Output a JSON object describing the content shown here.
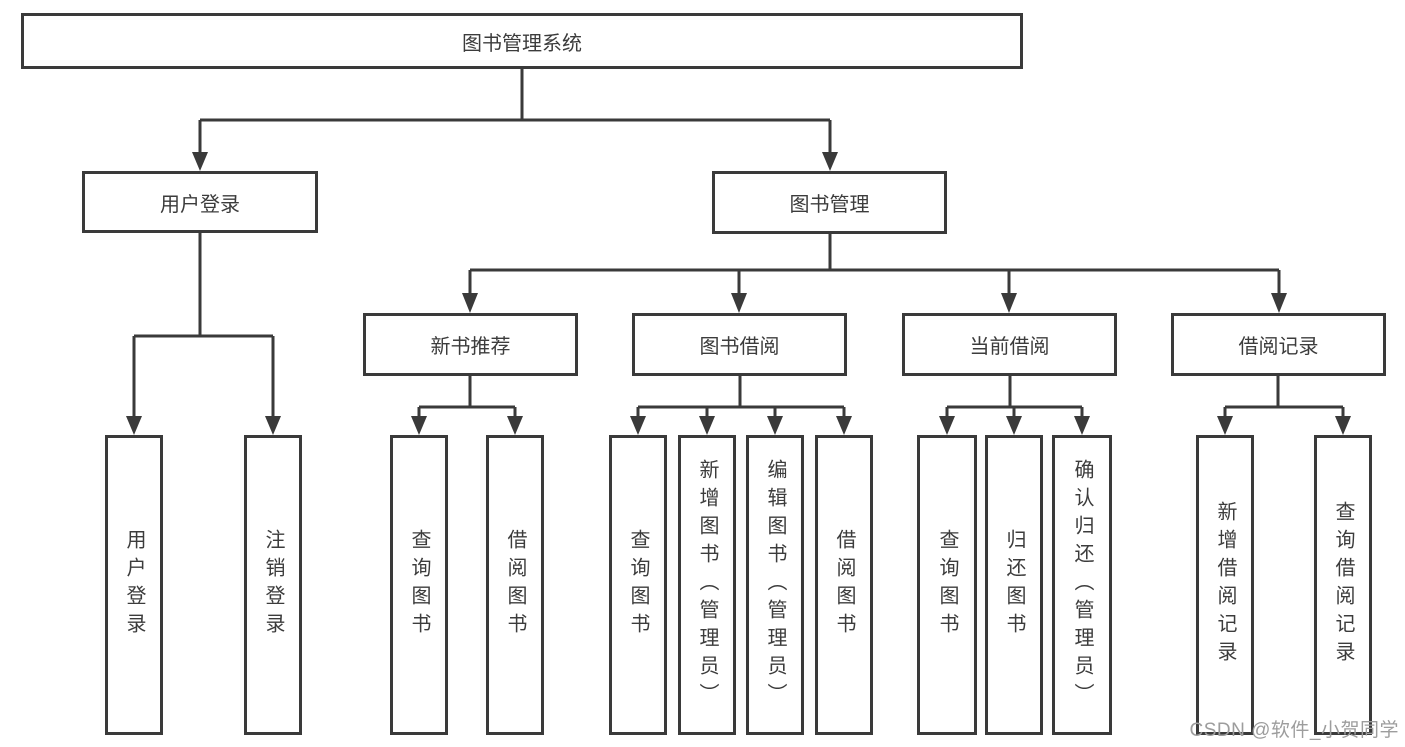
{
  "diagram": {
    "root": {
      "label": "图书管理系统"
    },
    "branches": {
      "user_login": {
        "label": "用户登录",
        "children": [
          "用户登录",
          "注销登录"
        ]
      },
      "book_management": {
        "label": "图书管理"
      }
    },
    "modules": {
      "new_book": {
        "label": "新书推荐",
        "children": [
          "查询图书",
          "借阅图书"
        ]
      },
      "book_borrow": {
        "label": "图书借阅",
        "children": [
          "查询图书",
          "新增图书（管理员）",
          "编辑图书（管理员）",
          "借阅图书"
        ]
      },
      "current_borrow": {
        "label": "当前借阅",
        "children": [
          "查询图书",
          "归还图书",
          "确认归还（管理员）"
        ]
      },
      "borrow_record": {
        "label": "借阅记录",
        "children": [
          "新增借阅记录",
          "查询借阅记录"
        ]
      }
    }
  },
  "watermark": {
    "text": "CSDN @软件_小贺同学"
  },
  "colors": {
    "line": "#3a3a3a",
    "text": "#3c3c3c",
    "watermark": "#9d9d9d",
    "background": "#ffffff"
  }
}
